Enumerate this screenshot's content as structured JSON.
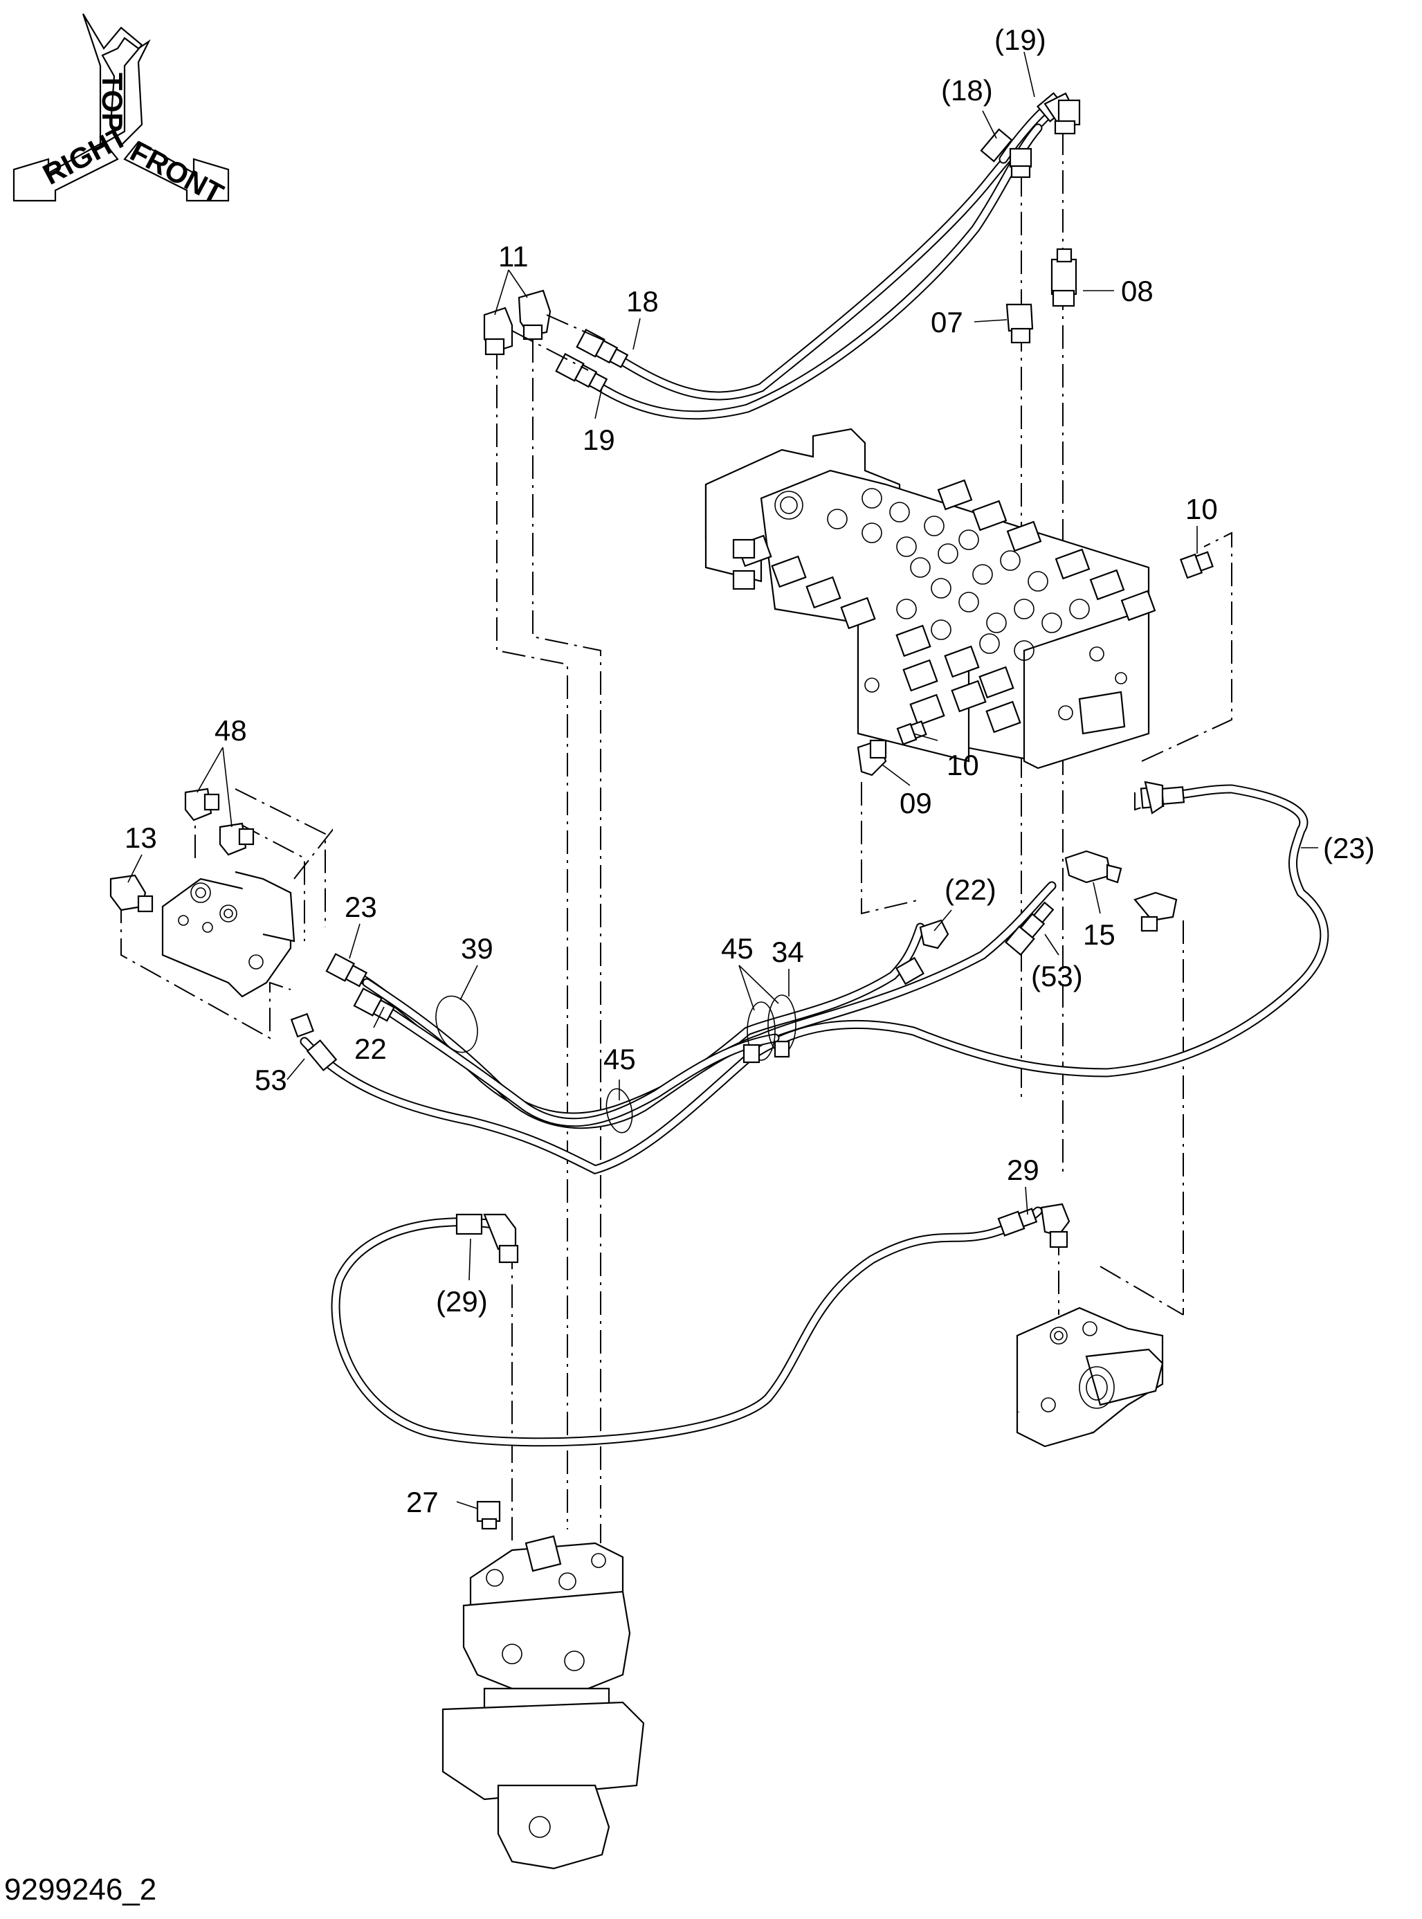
{
  "orientation": {
    "top": "TOP",
    "right": "RIGHT",
    "front": "FRONT"
  },
  "callouts": [
    {
      "id": "c19p_top",
      "text": "(19)"
    },
    {
      "id": "c18p_top",
      "text": "(18)"
    },
    {
      "id": "c11",
      "text": "11"
    },
    {
      "id": "c18",
      "text": "18"
    },
    {
      "id": "c19",
      "text": "19"
    },
    {
      "id": "c07",
      "text": "07"
    },
    {
      "id": "c08",
      "text": "08"
    },
    {
      "id": "c10a",
      "text": "10"
    },
    {
      "id": "c10b",
      "text": "10"
    },
    {
      "id": "c09",
      "text": "09"
    },
    {
      "id": "c48",
      "text": "48"
    },
    {
      "id": "c13",
      "text": "13"
    },
    {
      "id": "c23",
      "text": "23"
    },
    {
      "id": "c39",
      "text": "39"
    },
    {
      "id": "c22",
      "text": "22"
    },
    {
      "id": "c53",
      "text": "53"
    },
    {
      "id": "c45a",
      "text": "45"
    },
    {
      "id": "c34",
      "text": "34"
    },
    {
      "id": "c45b",
      "text": "45"
    },
    {
      "id": "c22p",
      "text": "(22)"
    },
    {
      "id": "c23p",
      "text": "(23)"
    },
    {
      "id": "c15",
      "text": "15"
    },
    {
      "id": "c53p",
      "text": "(53)"
    },
    {
      "id": "c29",
      "text": "29"
    },
    {
      "id": "c29p",
      "text": "(29)"
    },
    {
      "id": "c27",
      "text": "27"
    }
  ],
  "drawing_number": "9299246_2"
}
